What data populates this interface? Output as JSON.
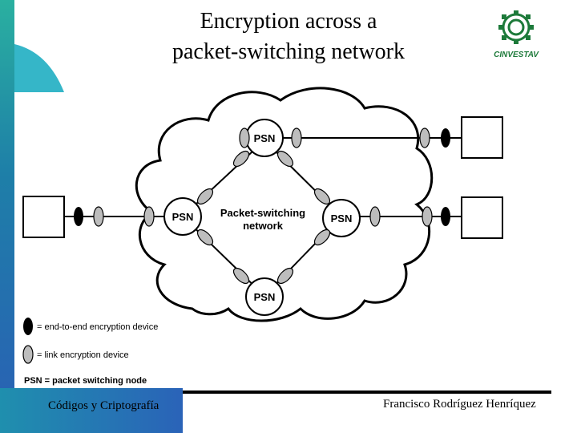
{
  "title": "Encryption across a\npacket-switching network",
  "logo": {
    "text": "CINVESTAV",
    "icon": "cinvestav-logo",
    "color": "#1d7a3a"
  },
  "diagram": {
    "nodes": {
      "top": "PSN",
      "left": "PSN",
      "right": "PSN",
      "bottom": "PSN",
      "center_line1": "Packet-switching",
      "center_line2": "network"
    },
    "legend": {
      "end_to_end": "= end-to-end encryption device",
      "link": "= link encryption device",
      "psn": "PSN = packet switching node"
    }
  },
  "footer": {
    "left": "Códigos y Criptografía",
    "right": "Francisco Rodríguez Henríquez"
  },
  "colors": {
    "accent_teal": "#2ab0a0",
    "accent_blue": "#2a5fb5",
    "link_device": "#bdbdbd",
    "end_device": "#000000"
  }
}
